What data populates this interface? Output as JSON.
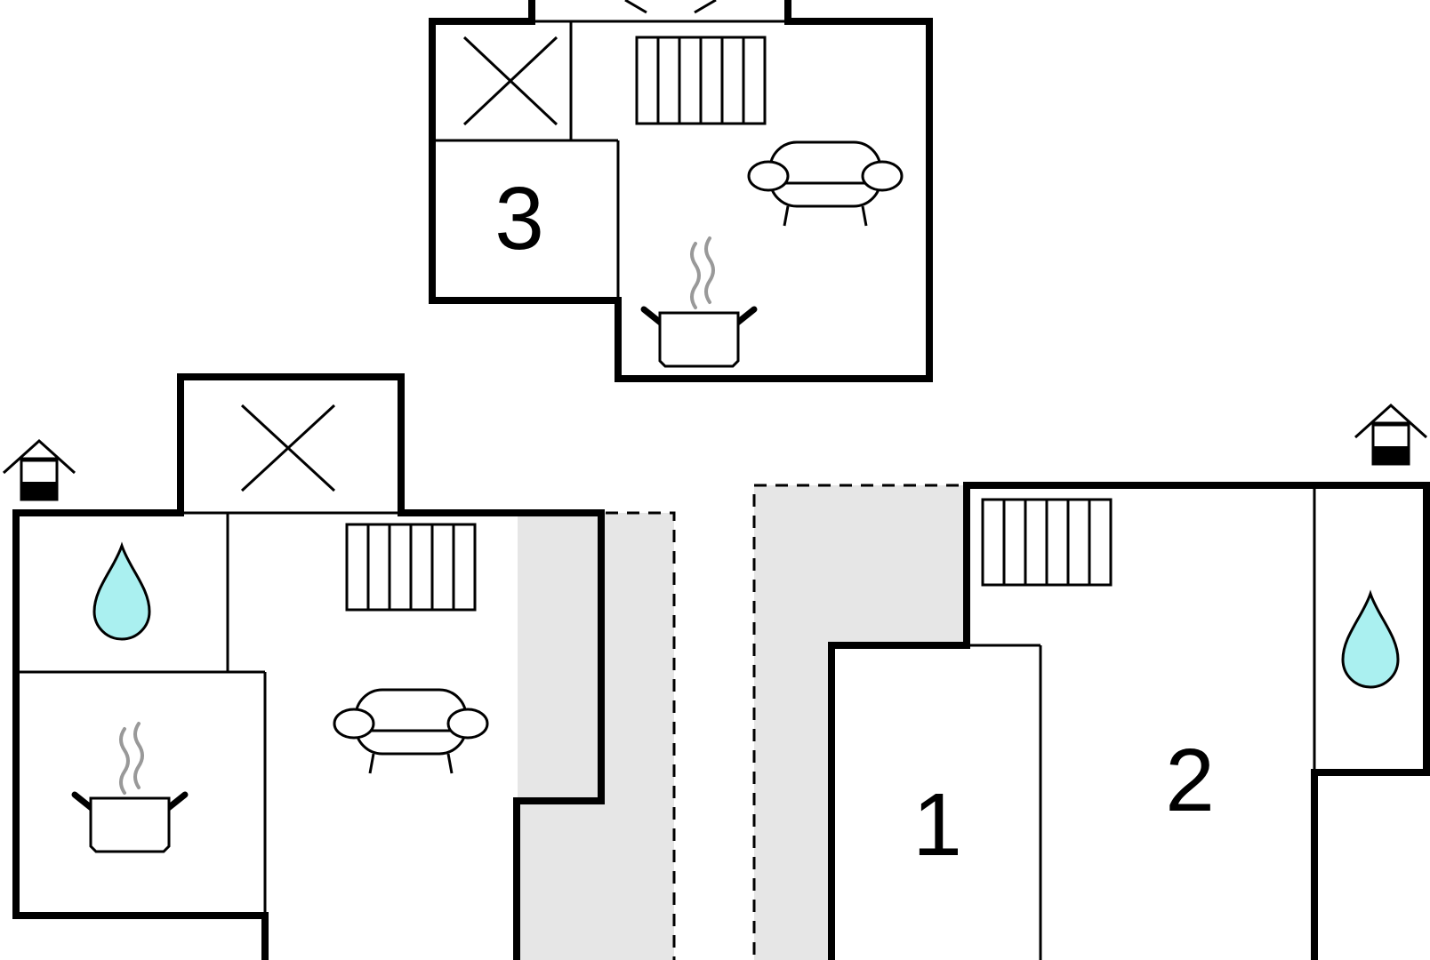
{
  "rooms": {
    "bedroom_1": {
      "label": "1"
    },
    "bedroom_2": {
      "label": "2"
    },
    "bedroom_3": {
      "label": "3"
    }
  },
  "colors": {
    "wall": "#000000",
    "water_drop": "#aaf0f0",
    "terrace": "#e6e6e6",
    "steam": "#999999",
    "background": "#ffffff"
  },
  "icons": [
    "stairs-icon",
    "sofa-icon",
    "cooking-pot-icon",
    "water-drop-icon",
    "chimney-house-icon",
    "void-cross-icon"
  ]
}
